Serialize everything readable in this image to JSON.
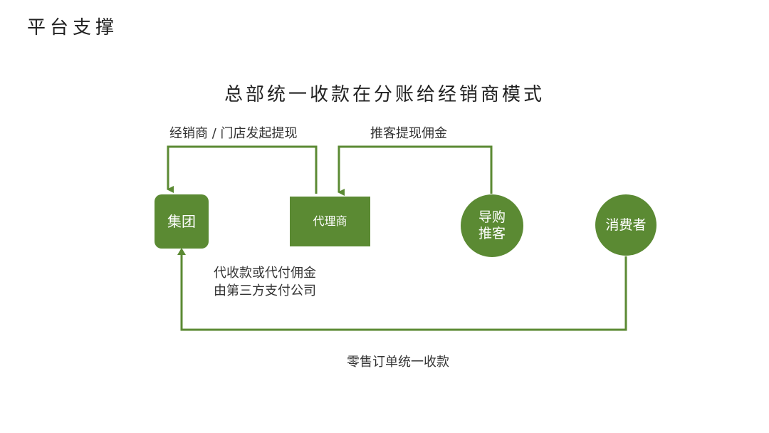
{
  "page_title": "平台支撑",
  "diagram_title": "总部统一收款在分账给经销商模式",
  "colors": {
    "accent": "#5b8a33",
    "line": "#5b8a33",
    "text": "#333333"
  },
  "nodes": {
    "group": "集团",
    "agent": "代理商",
    "referrer_line1": "导购",
    "referrer_line2": "推客",
    "consumer": "消费者"
  },
  "edges": {
    "dealer_withdraw": "经销商 / 门店发起提现",
    "referrer_withdraw": "推客提现佣金",
    "third_party_line1": "代收款或代付佣金",
    "third_party_line2": "由第三方支付公司",
    "retail_collect": "零售订单统一收款"
  }
}
